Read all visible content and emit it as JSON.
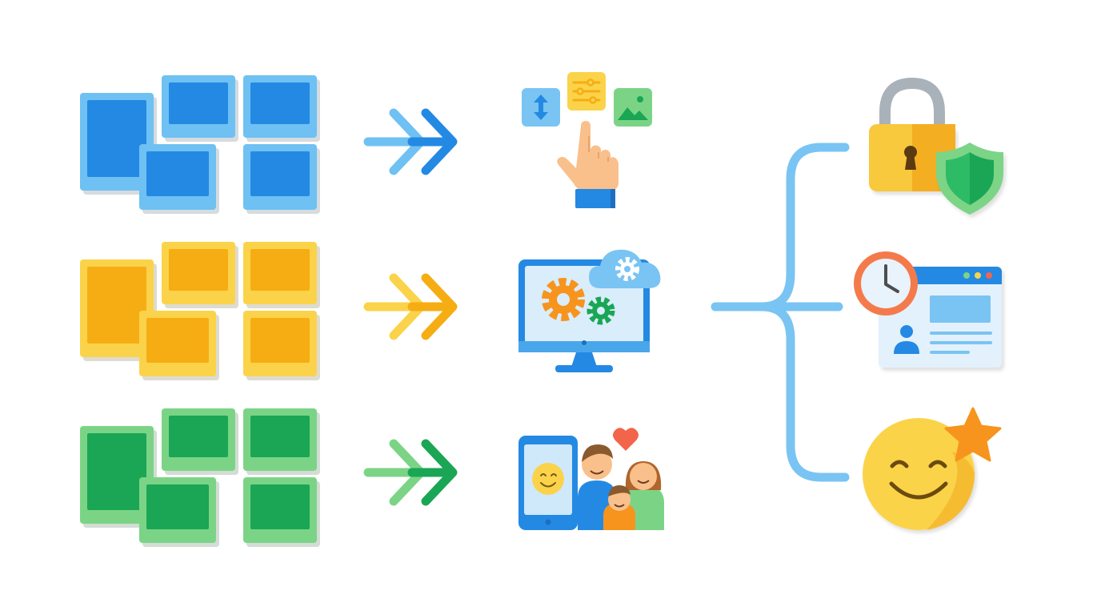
{
  "rows": [
    {
      "id": "blue",
      "palette": {
        "light": "#6ec1f2",
        "dark": "#2489e3",
        "shadow": "#d6dbe0"
      },
      "icon": "ui-controls-touch-icon"
    },
    {
      "id": "yellow",
      "palette": {
        "light": "#fbd34a",
        "dark": "#f6ad13",
        "shadow": "#dedbd0"
      },
      "icon": "monitor-cloud-gears-icon"
    },
    {
      "id": "green",
      "palette": {
        "light": "#7bd486",
        "dark": "#1aa654",
        "shadow": "#d3dcd5"
      },
      "icon": "phone-family-icon"
    }
  ],
  "outcomes": [
    {
      "id": "security",
      "icon": "padlock-shield-icon"
    },
    {
      "id": "time",
      "icon": "clock-profile-window-icon"
    },
    {
      "id": "satisfaction",
      "icon": "smiley-star-icon"
    }
  ],
  "colors": {
    "connector": "#79c4f3",
    "orange": "#f7941d",
    "heart": "#f2654b",
    "skin": "#f9c08c"
  }
}
